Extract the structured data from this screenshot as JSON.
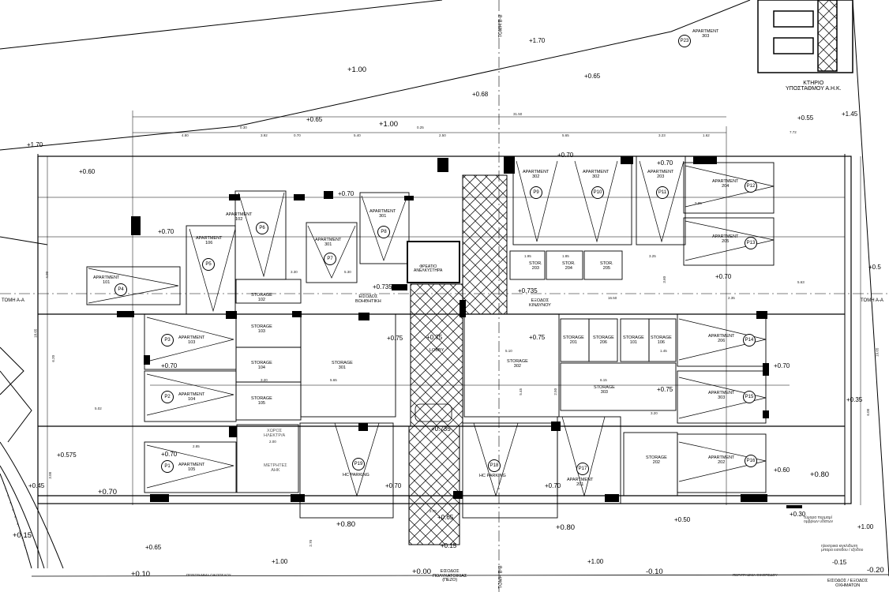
{
  "apartments": {
    "a101": {
      "name": "APARTMENT",
      "no": "101"
    },
    "a102": {
      "name": "APARTMENT",
      "no": "102"
    },
    "a103": {
      "name": "APARTMENT",
      "no": "103"
    },
    "a104": {
      "name": "APARTMENT",
      "no": "104"
    },
    "a105": {
      "name": "APARTMENT",
      "no": "105"
    },
    "a106": {
      "name": "APARTMENT",
      "no": "106"
    },
    "a201": {
      "name": "APARTMENT",
      "no": "201"
    },
    "a202": {
      "name": "APARTMENT",
      "no": "202"
    },
    "a203": {
      "name": "APARTMENT",
      "no": "203"
    },
    "a204": {
      "name": "APARTMENT",
      "no": "204"
    },
    "a205": {
      "name": "APARTMENT",
      "no": "205"
    },
    "a206": {
      "name": "APARTMENT",
      "no": "206"
    },
    "a301": {
      "name": "APARTMENT",
      "no": "301"
    },
    "a302": {
      "name": "APARTMENT",
      "no": "302"
    },
    "a302b": {
      "name": "APARTMENT",
      "no": "302"
    },
    "a303": {
      "name": "APARTMENT",
      "no": "303"
    },
    "a303b": {
      "name": "APARTMENT",
      "no": "303"
    }
  },
  "storage": {
    "s102": {
      "name": "STORAGE",
      "no": "102"
    },
    "s103": {
      "name": "STORAGE",
      "no": "103"
    },
    "s104": {
      "name": "STORAGE",
      "no": "104"
    },
    "s105": {
      "name": "STORAGE",
      "no": "105"
    },
    "s301": {
      "name": "STORAGE",
      "no": "301"
    },
    "s302": {
      "name": "STORAGE",
      "no": "302"
    },
    "s303": {
      "name": "STORAGE",
      "no": "303"
    },
    "s202": {
      "name": "STORAGE",
      "no": "202"
    },
    "s201": {
      "name": "STORAGE",
      "no": "201"
    },
    "s206": {
      "name": "STORAGE",
      "no": "206"
    },
    "s101": {
      "name": "STORAGE",
      "no": "101"
    },
    "s106": {
      "name": "STORAGE",
      "no": "106"
    },
    "stor203": {
      "name": "STOR.",
      "no": "203"
    },
    "stor204": {
      "name": "STOR.",
      "no": "204"
    },
    "stor205": {
      "name": "STOR.",
      "no": "205"
    }
  },
  "parking": [
    "P1",
    "P2",
    "P3",
    "P4",
    "P5",
    "P6",
    "P7",
    "P8",
    "P9",
    "P10",
    "P11",
    "P12",
    "P13",
    "P14",
    "P15",
    "P16",
    "P17",
    "P18",
    "P19",
    "P23"
  ],
  "other_labels": {
    "hc_parking_1": "HC PARKING",
    "hc_parking_2": "HC PARKING",
    "lobby": "LOBBY",
    "substation_1": "ΚΤΗΡΙΟ",
    "substation_2": "ΥΠΟΣΤΑΘΜΟΥ Α.Η.Κ.",
    "shaft_1": "ΦΡΕΑΤΙΟ",
    "shaft_2": "ΑΝΕΛΚΥΣΤΗΡΑ",
    "aux_entrance_1": "ΕΙΣΟΔΟΣ",
    "aux_entrance_2": "ΒΟΗΘΗΤΙΚΗ",
    "emergency_1": "ΕΞΟΔΟΣ",
    "emergency_2": "ΚΙΝΔΥΝΟΥ",
    "elec_room_1": "ΧΩΡΟΣ",
    "elec_room_2": "ΗΛΕΚΤΡ/Α",
    "meters_1": "ΜΕΤΡΗΤΕΣ",
    "meters_2": "ΑΗΚ",
    "entrance_1": "ΕΙΣΟΔΟΣ",
    "entrance_2": "ΠΟΛΥΚΑΤΟΙΚΙΑΣ",
    "entrance_3": "(ΠΕΖΟ)",
    "vehicle_1": "ΕΙΣΟΔΟΣ / ΕΞΟΔΟΣ",
    "vehicle_2": "ΟΧΗΜΑΤΩΝ",
    "plot_boundary_1": "ΠΕΡΙΓΡΑΜΜΑ ΟΙΚΟΠΕΔΟΥ",
    "plot_boundary_2": "ΠΕΡΙΓΡΑΜΜΑ ΟΙΚΟΠΕΔΟΥ",
    "section_aa_left": "ΤΟΜΗ Α-Α",
    "section_aa_right": "ΤΟΜΗ Α-Α",
    "section_bb_top": "ΤΟΜΗ Β-Β",
    "section_bb_bottom": "ΤΟΜΗ Β-Β",
    "green_1": "τύμορα περμαμί",
    "green_2": "ομβριων υδατων",
    "green_3": "ηλεκτρικα κιγκλιδωτη",
    "green_4": "μπαρα εισοδου / εξοδου",
    "elec_room_dim": "2.00"
  },
  "levels": {
    "l1": "+1.00",
    "l2": "+1.00",
    "l3": "+1.70",
    "l4": "+1.70",
    "l5": "+0.65",
    "l6": "+0.68",
    "l7": "+0.65",
    "l8": "+0.55",
    "l9": "+1.45",
    "l10": "+0.60",
    "l11": "+0.70",
    "l12": "+0.70",
    "l13": "+0.70",
    "l14": "+0.70",
    "l15": "+0.70",
    "l16": "+0.70",
    "l17": "+0.735",
    "l18": "+0.735",
    "l19": "+0.75",
    "l20": "+0.75",
    "l21": "+0.75",
    "l22": "+0.70",
    "l23": "+0.70",
    "l24": "+0.75",
    "l25": "+0.35",
    "l26": "+0.575",
    "l27": "+0.70",
    "l28": "+0.45",
    "l29": "+0.70",
    "l30": "+0.735",
    "l31": "+0.70",
    "l32": "+0.70",
    "l33": "+0.60",
    "l34": "+0.80",
    "l35": "+0.80",
    "l36": "+0.80",
    "l37": "+0.65",
    "l38": "+0.50",
    "l39": "+0.30",
    "l40": "+1.00",
    "l41": "+0.15",
    "l42": "+0.65",
    "l43": "+0.15",
    "l44": "+1.00",
    "l45": "+1.00",
    "l46": "+0.10",
    "l47": "+0.00",
    "l48": "-0.10",
    "l49": "-0.15",
    "l50": "-0.20",
    "l51": "+0.5",
    "l52": "+0.70"
  },
  "dims": {
    "d1": "31.50",
    "d2": "4.80",
    "d3": "3.92",
    "d4": "0.30",
    "d5": "5.40",
    "d6": "2.50",
    "d7": "5.65",
    "d8": "3.23",
    "d9": "1.62",
    "d10": "7.72",
    "d11": "0.25",
    "d12": "0.70",
    "d13": "3.30",
    "d14": "5.30",
    "d15": "16.50",
    "d16": "5.65",
    "d17": "5.10",
    "d18": "3.20",
    "d19": "2.85",
    "d20": "1.95",
    "d21": "1.85",
    "d22": "3.25",
    "d23": "2.35",
    "d24": "1.45",
    "d25": "5.02",
    "d26": "6.15",
    "d27": "2.50",
    "d28": "5.45",
    "d29": "18.65",
    "d30": "19.65",
    "d31": "3.00",
    "d32": "2.70",
    "d33": "2.75",
    "d34": "0.95",
    "d35": "5.63",
    "d36": "3.20",
    "d37": "6.20",
    "d38": "4.90",
    "d39": "6.00",
    "d40": "3.60"
  },
  "colors": {
    "ink": "#000000",
    "grid": "#555555",
    "hatch": "#222222"
  }
}
